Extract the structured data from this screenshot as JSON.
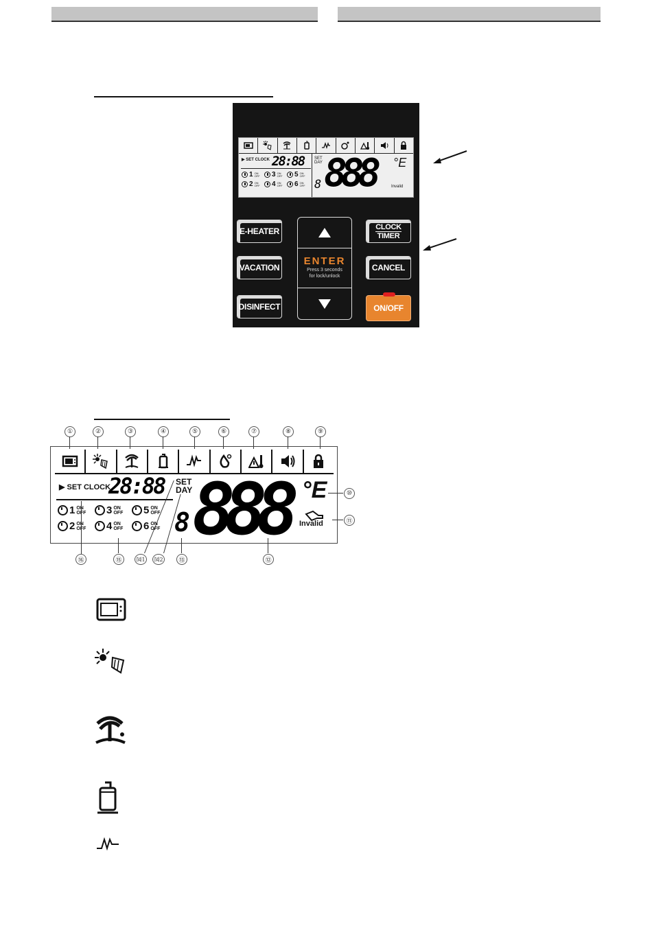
{
  "panel": {
    "lcd": {
      "set_clock": "▶ SET CLOCK",
      "clock_digits": "28:88",
      "set_day": "SET\nDAY",
      "day_digit": "8",
      "temp_digits": "888",
      "temp_unit": "°E",
      "invalid": "Invalid",
      "timers": [
        {
          "num": "1",
          "state": "ON OFF"
        },
        {
          "num": "3",
          "state": "ON OFF"
        },
        {
          "num": "5",
          "state": "ON OFF"
        },
        {
          "num": "2",
          "state": "ON OFF"
        },
        {
          "num": "4",
          "state": "ON OFF"
        },
        {
          "num": "6",
          "state": "ON OFF"
        }
      ]
    },
    "buttons": {
      "e_heater": "E-HEATER",
      "vacation": "VACATION",
      "disinfect": "DISINFECT",
      "clock": "CLOCK",
      "timer": "TIMER",
      "cancel": "CANCEL",
      "on_off": "ON/OFF",
      "enter": "ENTER",
      "enter_sub": "Press 3 seconds\nfor lock/unlock"
    }
  },
  "display": {
    "set_clock": "▶ SET CLOCK",
    "clock_digits": "28:88",
    "set": "SET",
    "day": "DAY",
    "day_digit": "8",
    "temp_digits": "888",
    "temp_unit": "°E",
    "invalid": "Invalid",
    "timers": [
      {
        "num": "1",
        "on": "ON",
        "off": "OFF"
      },
      {
        "num": "3",
        "on": "ON",
        "off": "OFF"
      },
      {
        "num": "5",
        "on": "ON",
        "off": "OFF"
      },
      {
        "num": "2",
        "on": "ON",
        "off": "OFF"
      },
      {
        "num": "4",
        "on": "ON",
        "off": "OFF"
      },
      {
        "num": "6",
        "on": "ON",
        "off": "OFF"
      }
    ],
    "top_labels": [
      "①",
      "②",
      "③",
      "④",
      "⑤",
      "⑥",
      "⑦",
      "⑧",
      "⑨"
    ],
    "label_10": "⑩",
    "label_11": "⑪",
    "bottom_labels": {
      "l16": "⑯",
      "l15": "⑮",
      "l141": "⒁1",
      "l142": "⒁2",
      "l13": "⑬",
      "l12": "⑫"
    }
  },
  "icon_legend": [
    "monitor-icon",
    "sun-solar-panel-icon",
    "palm-island-icon",
    "water-tank-icon",
    "heater-wave-icon"
  ],
  "colors": {
    "panel_bg": "#151515",
    "accent_orange": "#e8852e",
    "header_gray": "#c4c4c4"
  }
}
